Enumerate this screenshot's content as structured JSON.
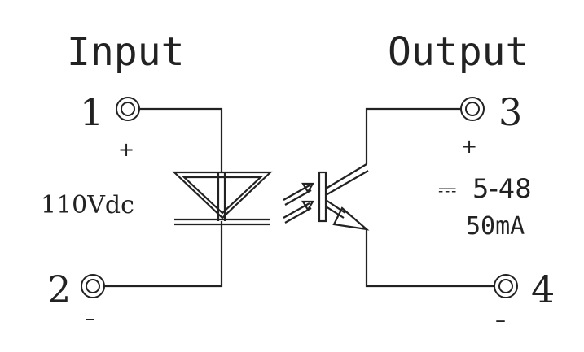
{
  "input_title": "Input",
  "output_title": "Output",
  "terminals": {
    "t1": "1",
    "t2": "2",
    "t3": "3",
    "t4": "4"
  },
  "polarity": {
    "t1": "+",
    "t2": "–",
    "t3": "+",
    "t4": "–"
  },
  "input_rating": "110Vdc",
  "output_rating": "5-48",
  "output_current": "50mA",
  "dc_symbol": "⎓"
}
